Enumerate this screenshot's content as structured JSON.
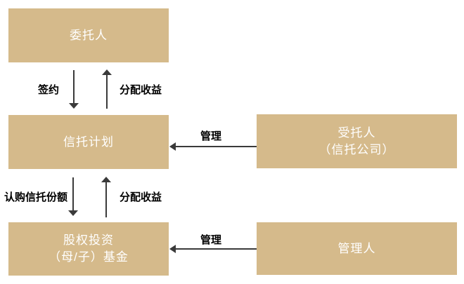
{
  "colors": {
    "box_background": "#d5ba8b",
    "box_text": "#ffffff",
    "connector_line": "#3a3a3a",
    "edge_label_text": "#000000",
    "page_background": "#ffffff"
  },
  "nodes": {
    "principal": {
      "label": "委托人"
    },
    "trust_plan": {
      "label": "信托计划"
    },
    "trustee": {
      "label_line1": "受托人",
      "label_line2": "（信托公司）"
    },
    "equity_fund": {
      "label_line1": "股权投资",
      "label_line2": "（母/子）基金"
    },
    "manager": {
      "label": "管理人"
    }
  },
  "edges": {
    "principal_to_trust": {
      "label": "签约",
      "direction": "down"
    },
    "trust_to_principal": {
      "label": "分配收益",
      "direction": "up"
    },
    "trust_to_fund": {
      "label": "认购信托份额",
      "direction": "down"
    },
    "fund_to_trust": {
      "label": "分配收益",
      "direction": "up"
    },
    "trustee_to_trust": {
      "label": "管理",
      "direction": "left"
    },
    "manager_to_fund": {
      "label": "管理",
      "direction": "left"
    }
  }
}
